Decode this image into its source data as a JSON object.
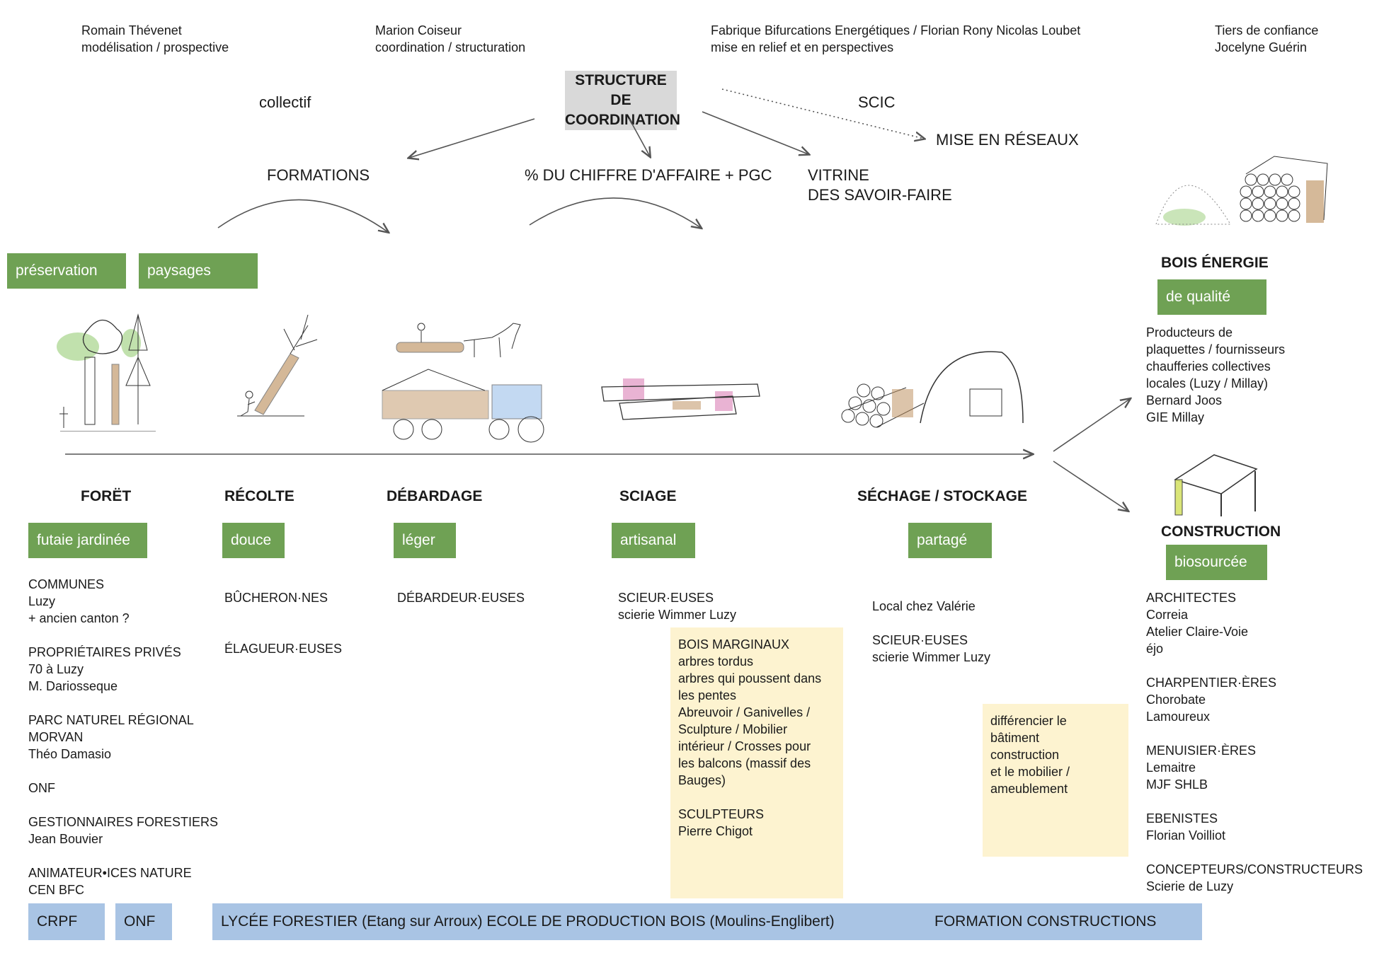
{
  "people": {
    "romain": "Romain Thévenet\nmodélisation / prospective",
    "marion": "Marion Coiseur\ncoordination / structuration",
    "fabrique": "Fabrique Bifurcations Energétiques  / Florian Rony Nicolas Loubet\nmise en relief et en perspectives",
    "tiers": "Tiers de confiance\nJocelyne Guérin"
  },
  "coordination": {
    "title": "STRUCTURE DE\nCOORDINATION",
    "collectif": "collectif",
    "scic": "SCIC",
    "reseaux": "MISE EN RÉSEAUX",
    "formations": "FORMATIONS",
    "chiffre": "% DU CHIFFRE D'AFFAIRE + PGC",
    "vitrine": "VITRINE\nDES SAVOIR-FAIRE"
  },
  "top_tags": {
    "preservation": "préservation",
    "paysages": "paysages"
  },
  "stages": {
    "foret": {
      "title": "FORËT",
      "tag": "futaie jardinée",
      "actors": "COMMUNES\nLuzy\n+ ancien canton ?\n\nPROPRIÉTAIRES  PRIVÉS\n70 à Luzy\nM. Dariosseque\n\nPARC NATUREL RÉGIONAL\nMORVAN\nThéo Damasio\n\nONF\n\nGESTIONNAIRES FORESTIERS\nJean Bouvier\n\nANIMATEUR•ICES NATURE\nCEN BFC"
    },
    "recolte": {
      "title": "RÉCOLTE",
      "tag": "douce",
      "actors": "BÛCHERON·NES\n\n\nÉLAGUEUR·EUSES"
    },
    "debardage": {
      "title": "DÉBARDAGE",
      "tag": "léger",
      "actors": "DÉBARDEUR·EUSES"
    },
    "sciage": {
      "title": "SCIAGE",
      "tag": "artisanal",
      "actors": "SCIEUR·EUSES\nscierie Wimmer Luzy"
    },
    "sechage": {
      "title": "SÉCHAGE / STOCKAGE",
      "tag": "partagé",
      "actors": "Local chez Valérie\n\nSCIEUR·EUSES\nscierie Wimmer Luzy"
    }
  },
  "bois_energie": {
    "title": "BOIS ÉNERGIE",
    "tag": "de qualité",
    "actors": "Producteurs de\nplaquettes / fournisseurs\nchaufferies collectives\nlocales (Luzy / Millay)\nBernard Joos\nGIE Millay"
  },
  "construction": {
    "title": "CONSTRUCTION",
    "tag": "biosourcée",
    "actors": "ARCHITECTES\nCorreia\nAtelier Claire-Voie\néjo\n\nCHARPENTIER·ÈRES\nChorobate\nLamoureux\n\nMENUISIER·ÈRES\nLemaitre\nMJF SHLB\n\nEBENISTES\nFlorian Voilliot\n\nCONCEPTEURS/CONSTRUCTEURS\nScierie de Luzy"
  },
  "notes": {
    "bois_marginaux": "BOIS MARGINAUX\narbres tordus\narbres qui poussent dans\nles pentes\nAbreuvoir / Ganivelles /\nSculpture / Mobilier\nintérieur / Crosses pour\nles balcons (massif des\nBauges)\n\nSCULPTEURS\nPierre Chigot",
    "differencier": "différencier le\nbâtiment\nconstruction\net le mobilier /\nameublement"
  },
  "bottom": {
    "crpf": "CRPF",
    "onf": "ONF",
    "lycee": "LYCÉE FORESTIER (Etang sur Arroux) ECOLE DE PRODUCTION BOIS (Moulins-Englibert)",
    "formation_constructions": "FORMATION CONSTRUCTIONS"
  },
  "colors": {
    "green": "#6fa154",
    "yellow": "#fdf3d0",
    "blue": "#a9c4e4",
    "grey": "#d9d9d9"
  }
}
